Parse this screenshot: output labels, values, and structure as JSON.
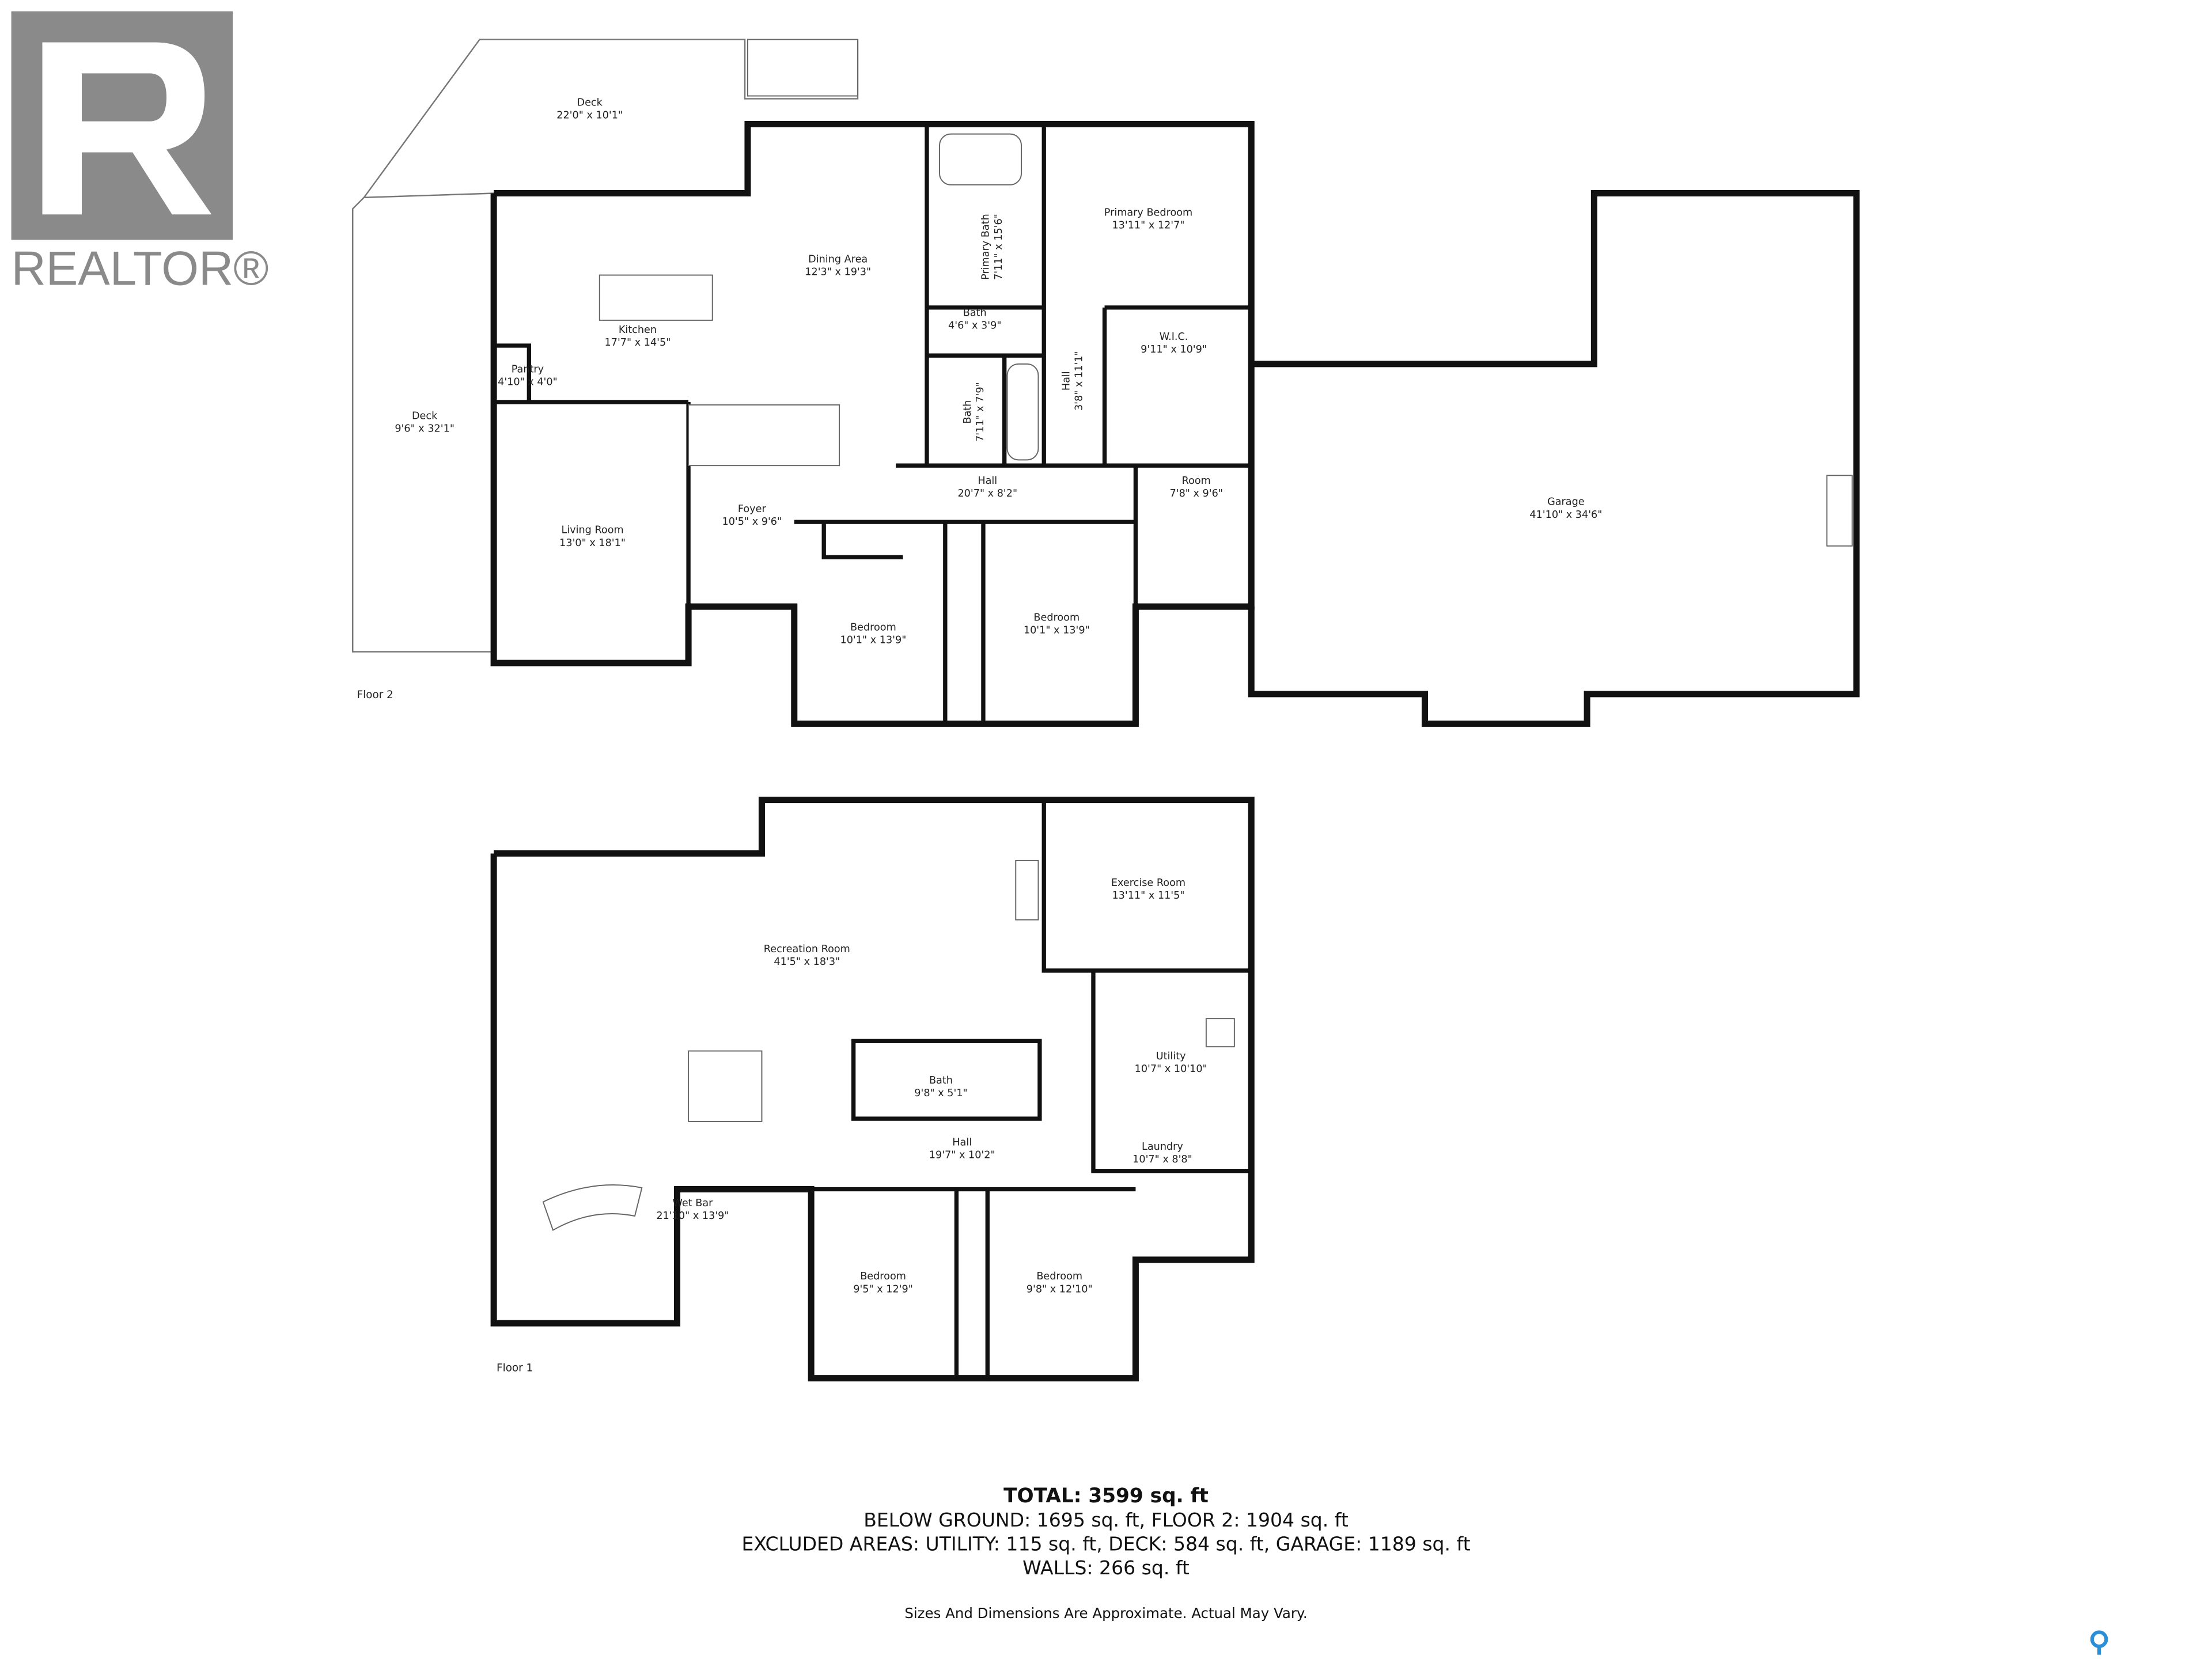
{
  "logo": {
    "text": "REALTOR®",
    "color": "#8a8a8a"
  },
  "floors": [
    {
      "label": "Floor 2",
      "rooms": [
        {
          "name": "Deck",
          "dim": "22'0\" x 10'1\""
        },
        {
          "name": "Deck",
          "dim": "9'6\" x 32'1\""
        },
        {
          "name": "Kitchen",
          "dim": "17'7\" x 14'5\""
        },
        {
          "name": "Dining Area",
          "dim": "12'3\" x 19'3\""
        },
        {
          "name": "Pantry",
          "dim": "4'10\" x 4'0\""
        },
        {
          "name": "Primary Bath",
          "dim": "7'11\" x 15'6\"",
          "vertical": true
        },
        {
          "name": "Bath",
          "dim": "4'6\" x 3'9\""
        },
        {
          "name": "Bath",
          "dim": "7'11\" x 7'9\"",
          "vertical": true
        },
        {
          "name": "Hall",
          "dim": "3'8\" x 11'1\"",
          "vertical": true
        },
        {
          "name": "Primary Bedroom",
          "dim": "13'11\" x 12'7\""
        },
        {
          "name": "W.I.C.",
          "dim": "9'11\" x 10'9\""
        },
        {
          "name": "Garage",
          "dim": "41'10\" x 34'6\""
        },
        {
          "name": "Living Room",
          "dim": "13'0\" x 18'1\""
        },
        {
          "name": "Foyer",
          "dim": "10'5\" x 9'6\""
        },
        {
          "name": "Hall",
          "dim": "20'7\" x 8'2\""
        },
        {
          "name": "Room",
          "dim": "7'8\" x 9'6\""
        },
        {
          "name": "Bedroom",
          "dim": "10'1\" x 13'9\""
        },
        {
          "name": "Bedroom",
          "dim": "10'1\" x 13'9\""
        }
      ]
    },
    {
      "label": "Floor 1",
      "rooms": [
        {
          "name": "Recreation Room",
          "dim": "41'5\" x 18'3\""
        },
        {
          "name": "Exercise Room",
          "dim": "13'11\" x 11'5\""
        },
        {
          "name": "Utility",
          "dim": "10'7\" x 10'10\""
        },
        {
          "name": "Bath",
          "dim": "9'8\" x 5'1\""
        },
        {
          "name": "Hall",
          "dim": "19'7\" x 10'2\""
        },
        {
          "name": "Laundry",
          "dim": "10'7\" x 8'8\""
        },
        {
          "name": "Wet Bar",
          "dim": "21'10\" x 13'9\""
        },
        {
          "name": "Bedroom",
          "dim": "9'5\" x 12'9\""
        },
        {
          "name": "Bedroom",
          "dim": "9'8\" x 12'10\""
        }
      ]
    }
  ],
  "summary": {
    "total": "TOTAL: 3599 sq. ft",
    "areas": "BELOW GROUND: 1695 sq. ft, FLOOR 2: 1904 sq. ft",
    "excluded": "EXCLUDED AREAS: UTILITY: 115 sq. ft, DECK: 584 sq. ft, GARAGE: 1189 sq. ft",
    "walls": "WALLS: 266 sq. ft",
    "disclaimer": "Sizes And Dimensions Are Approximate. Actual May Vary."
  },
  "colors": {
    "wall": "#111111",
    "pin": "#2a8fd6"
  },
  "icons": {
    "corner": "map-pin-icon"
  }
}
